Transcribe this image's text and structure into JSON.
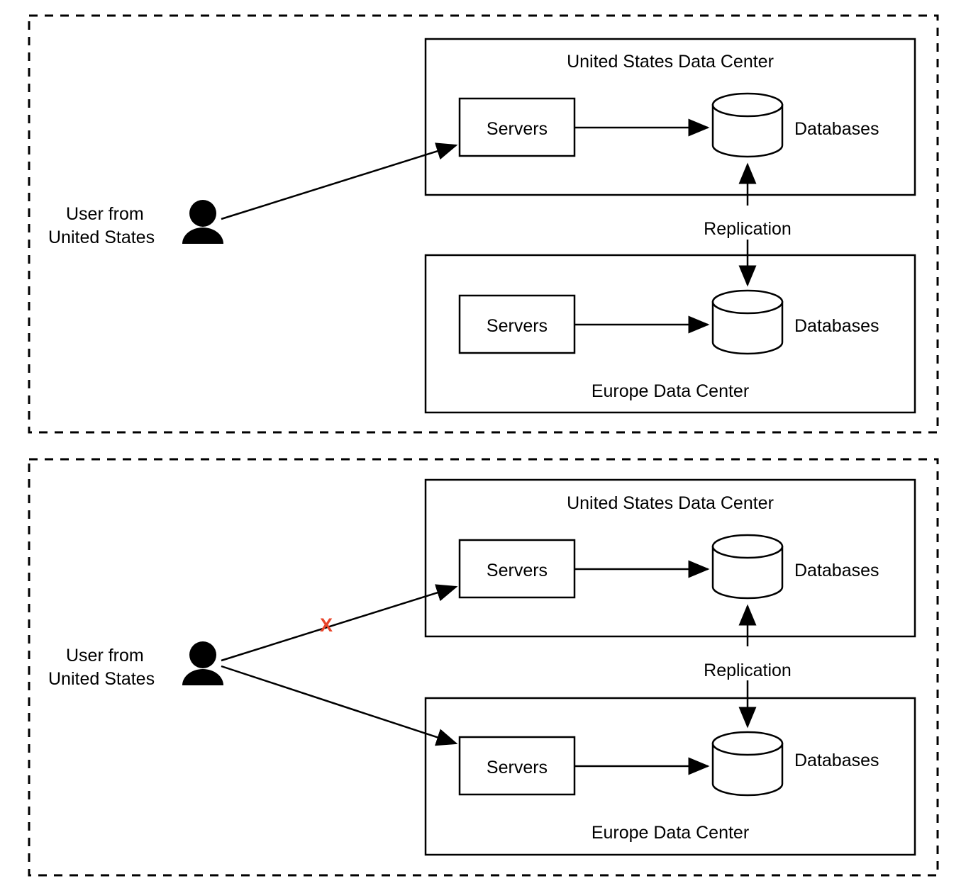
{
  "diagram": {
    "title_present": false,
    "colors": {
      "stroke": "#000000",
      "background": "#ffffff",
      "x_marker": "#e8442a"
    },
    "panels": [
      {
        "id": "panel-single-region-write",
        "user": {
          "label_line1": "User from",
          "label_line2": "United States",
          "icon": "person-icon"
        },
        "blocked_marker": null,
        "edge_labels": [
          {
            "name": "replication",
            "text": "Replication"
          }
        ],
        "data_centers": [
          {
            "id": "us-data-center-top",
            "title": "United States Data Center",
            "title_position": "top",
            "servers_label": "Servers",
            "database_label": "Databases"
          },
          {
            "id": "europe-data-center-top",
            "title": "Europe Data Center",
            "title_position": "bottom",
            "servers_label": "Servers",
            "database_label": "Databases"
          }
        ]
      },
      {
        "id": "panel-multi-region-write",
        "user": {
          "label_line1": "User from",
          "label_line2": "United States",
          "icon": "person-icon"
        },
        "blocked_marker": {
          "name": "x-marker",
          "text": "X",
          "color": "#e8442a",
          "on_edge": "user-to-us-servers"
        },
        "edge_labels": [
          {
            "name": "replication",
            "text": "Replication"
          }
        ],
        "data_centers": [
          {
            "id": "us-data-center-bottom",
            "title": "United States Data Center",
            "title_position": "top",
            "servers_label": "Servers",
            "database_label": "Databases"
          },
          {
            "id": "europe-data-center-bottom",
            "title": "Europe Data Center",
            "title_position": "bottom",
            "servers_label": "Servers",
            "database_label": "Databases"
          }
        ]
      }
    ]
  }
}
